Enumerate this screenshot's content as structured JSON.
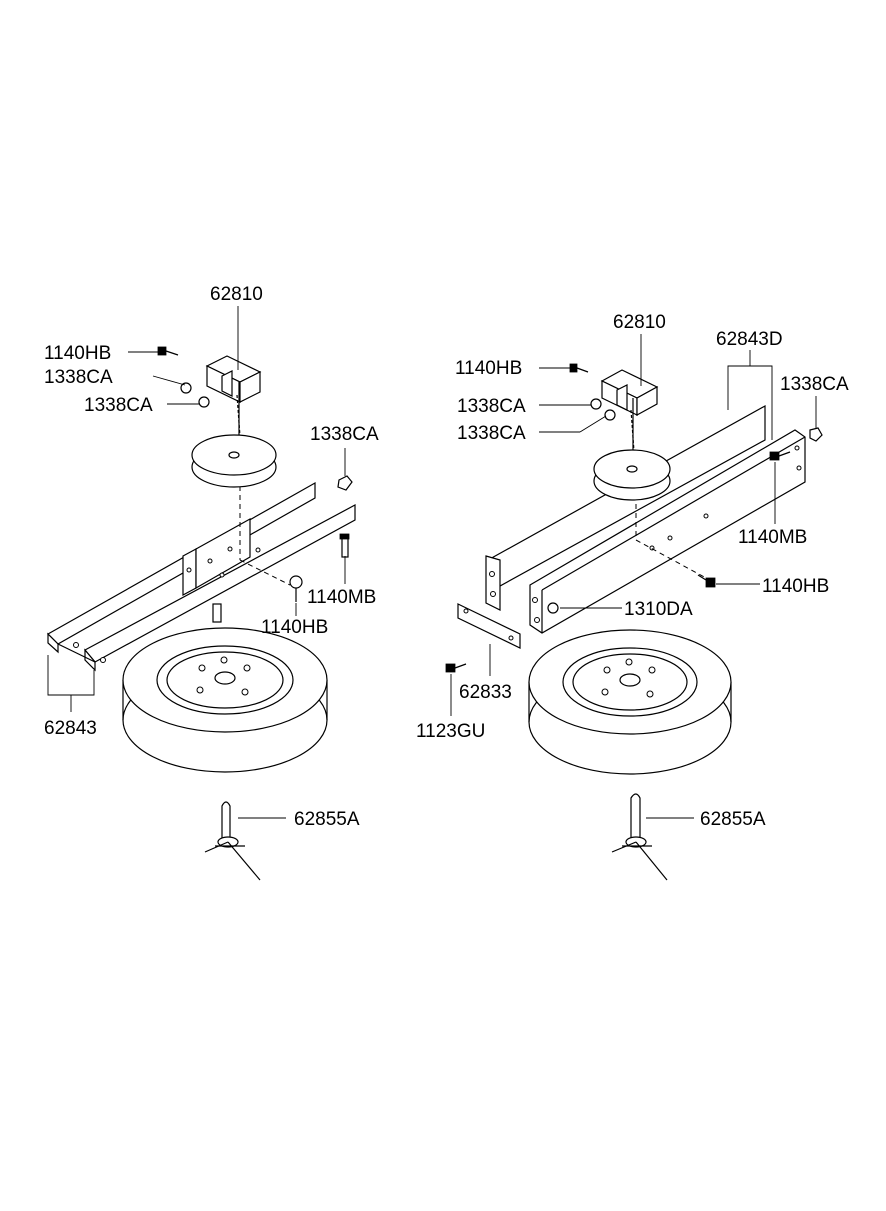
{
  "labels": {
    "left": {
      "p62810": "62810",
      "p1140HB_top": "1140HB",
      "p1338CA_a": "1338CA",
      "p1338CA_b": "1338CA",
      "p1338CA_c": "1338CA",
      "p1140MB": "1140MB",
      "p1140HB_low": "1140HB",
      "p62843": "62843",
      "p62855A": "62855A"
    },
    "right": {
      "p62810": "62810",
      "p62843D": "62843D",
      "p1140HB_top": "1140HB",
      "p1338CA_a": "1338CA",
      "p1338CA_b": "1338CA",
      "p1338CA_c": "1338CA",
      "p1140MB": "1140MB",
      "p1140HB_low": "1140HB",
      "p1310DA": "1310DA",
      "p62833": "62833",
      "p1123GU": "1123GU",
      "p62855A": "62855A"
    }
  }
}
